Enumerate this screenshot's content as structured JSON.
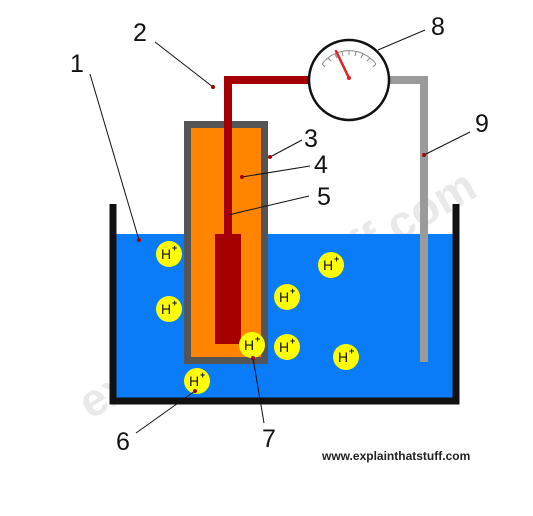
{
  "labels": {
    "n1": "1",
    "n2": "2",
    "n3": "3",
    "n4": "4",
    "n5": "5",
    "n6": "6",
    "n7": "7",
    "n8": "8",
    "n9": "9"
  },
  "ion": {
    "symbol": "H",
    "charge": "+"
  },
  "credit": "www.explainthatstuff.com",
  "watermark": "explainthatstuff.com",
  "colors": {
    "water": "#0a7cf7",
    "tank_wall": "#111111",
    "glass_outer": "#555555",
    "glass_inner": "#ff8400",
    "electrode": "#a50000",
    "wire_red": "#a50000",
    "wire_grey": "#9a9a9a",
    "ion_fill": "#ffff00",
    "needle": "#e02020"
  }
}
